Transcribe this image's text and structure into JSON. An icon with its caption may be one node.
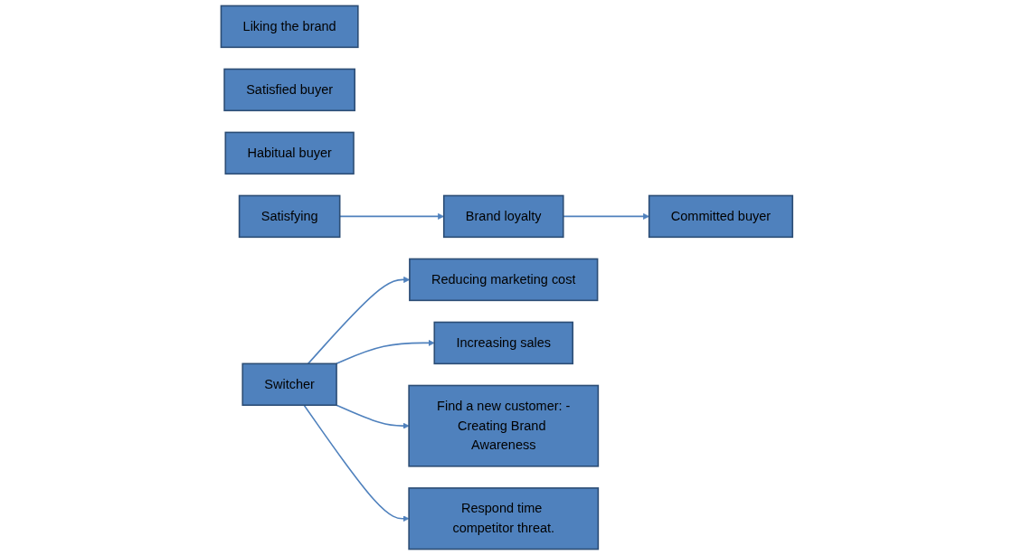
{
  "diagram": {
    "nodes": [
      {
        "text": [
          "Satisfying"
        ]
      },
      {
        "text": [
          "Brand loyalty"
        ]
      },
      {
        "text": [
          "Committed buyer"
        ]
      },
      {
        "text": [
          "Liking the brand"
        ]
      },
      {
        "text": [
          "Satisfied buyer"
        ]
      },
      {
        "text": [
          "Habitual buyer"
        ]
      },
      {
        "text": [
          "Switcher"
        ]
      },
      {
        "text": [
          "Reducing marketing cost"
        ]
      },
      {
        "text": [
          "Increasing sales"
        ]
      },
      {
        "text": [
          "Find a new customer: -Creating Brand Awareness"
        ]
      },
      {
        "text": [
          "Respond time competitor threat."
        ]
      }
    ],
    "edges": [
      {
        "from": 0,
        "to": 1,
        "arrow": "to"
      },
      {
        "from": 1,
        "to": 2,
        "arrow": "to"
      },
      {
        "from": 6,
        "to": 7,
        "arrow": "to"
      },
      {
        "from": 6,
        "to": 8,
        "arrow": "to"
      },
      {
        "from": 6,
        "to": 9,
        "arrow": "to"
      },
      {
        "from": 6,
        "to": 10,
        "arrow": "to"
      }
    ]
  }
}
